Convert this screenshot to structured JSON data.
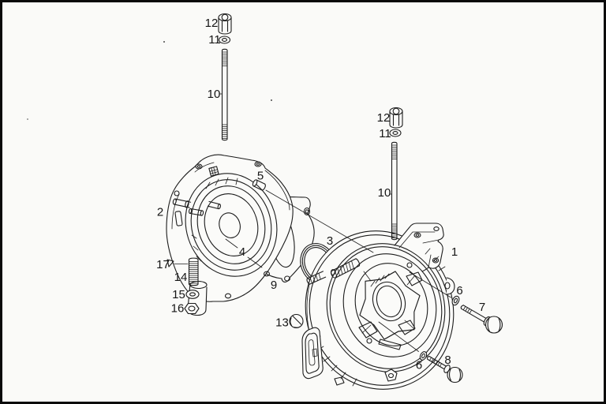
{
  "figure": {
    "kind": "exploded-parts-diagram",
    "subject": "engine crankcase cover and flywheel housing assembly",
    "paper_color": "#fafaf8",
    "ink_color": "#1c1c1c",
    "border_color": "#0a0a0a"
  },
  "callouts": [
    {
      "part": "hex-cap-nut-left",
      "label": "12"
    },
    {
      "part": "washer-left",
      "label": "11"
    },
    {
      "part": "long-stud-left",
      "label": "10"
    },
    {
      "part": "hex-cap-nut-right",
      "label": "12"
    },
    {
      "part": "washer-right",
      "label": "11"
    },
    {
      "part": "long-stud-right",
      "label": "10"
    },
    {
      "part": "crankcase-cover",
      "label": "2"
    },
    {
      "part": "bushing",
      "label": "5"
    },
    {
      "part": "bearing-ring",
      "label": "4"
    },
    {
      "part": "gasket",
      "label": "9"
    },
    {
      "part": "seal-ring",
      "label": "3"
    },
    {
      "part": "lubrication-mark",
      "label": "17"
    },
    {
      "part": "short-stud",
      "label": "14"
    },
    {
      "part": "small-washer",
      "label": "15"
    },
    {
      "part": "hex-nut",
      "label": "16"
    },
    {
      "part": "plug-screw",
      "label": "13"
    },
    {
      "part": "flywheel-housing",
      "label": "1"
    },
    {
      "part": "washer-upper",
      "label": "6"
    },
    {
      "part": "hex-bolt-long",
      "label": "7"
    },
    {
      "part": "washer-lower",
      "label": "6"
    },
    {
      "part": "hex-bolt-short",
      "label": "8"
    }
  ]
}
